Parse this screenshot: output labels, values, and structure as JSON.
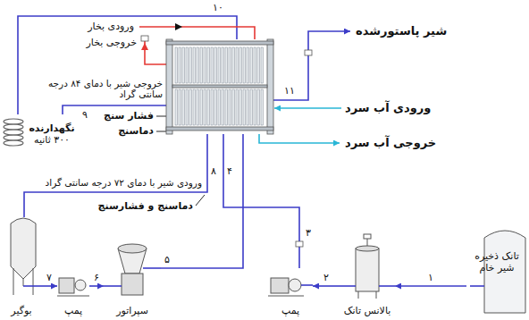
{
  "diagram": {
    "nodes": [
      {
        "text": [
          "تانک ذخیره شیر خام"
        ]
      },
      {
        "text": [
          "بالانس تانک"
        ]
      },
      {
        "text": [
          "پمپ"
        ]
      },
      {
        "text": [
          "سپراتور"
        ]
      },
      {
        "text": [
          "پمپ"
        ]
      },
      {
        "text": [
          "بوگیر"
        ]
      },
      {
        "text": [
          "نگهدارنده",
          "۳۰۰ ثانیه"
        ]
      }
    ],
    "edges": [
      {
        "from": 0,
        "to": 1,
        "label": "۱",
        "arrow": "to"
      },
      {
        "from": 1,
        "to": 2,
        "label": "۲",
        "arrow": "to"
      },
      {
        "from": 5,
        "to": 4,
        "label": "۷",
        "arrow": "to"
      },
      {
        "from": 4,
        "to": 3,
        "label": "۶",
        "arrow": "to"
      }
    ],
    "labels": [
      "ورودی بخار",
      "خروجی بخار",
      "شیر پاستورشده",
      "ورودی آب سرد",
      "خروجی آب سرد",
      "خروجی شیر با دمای ۸۴ درجه سانتی گراد",
      "فشار سنج",
      "دماسنج",
      "ورودی شیر با دمای ۷۲ درجه سانتی گراد",
      "دماسنج و فشارسنج",
      "۳",
      "۴",
      "۵",
      "۸",
      "۹",
      "۱۰",
      "۱۱"
    ]
  }
}
